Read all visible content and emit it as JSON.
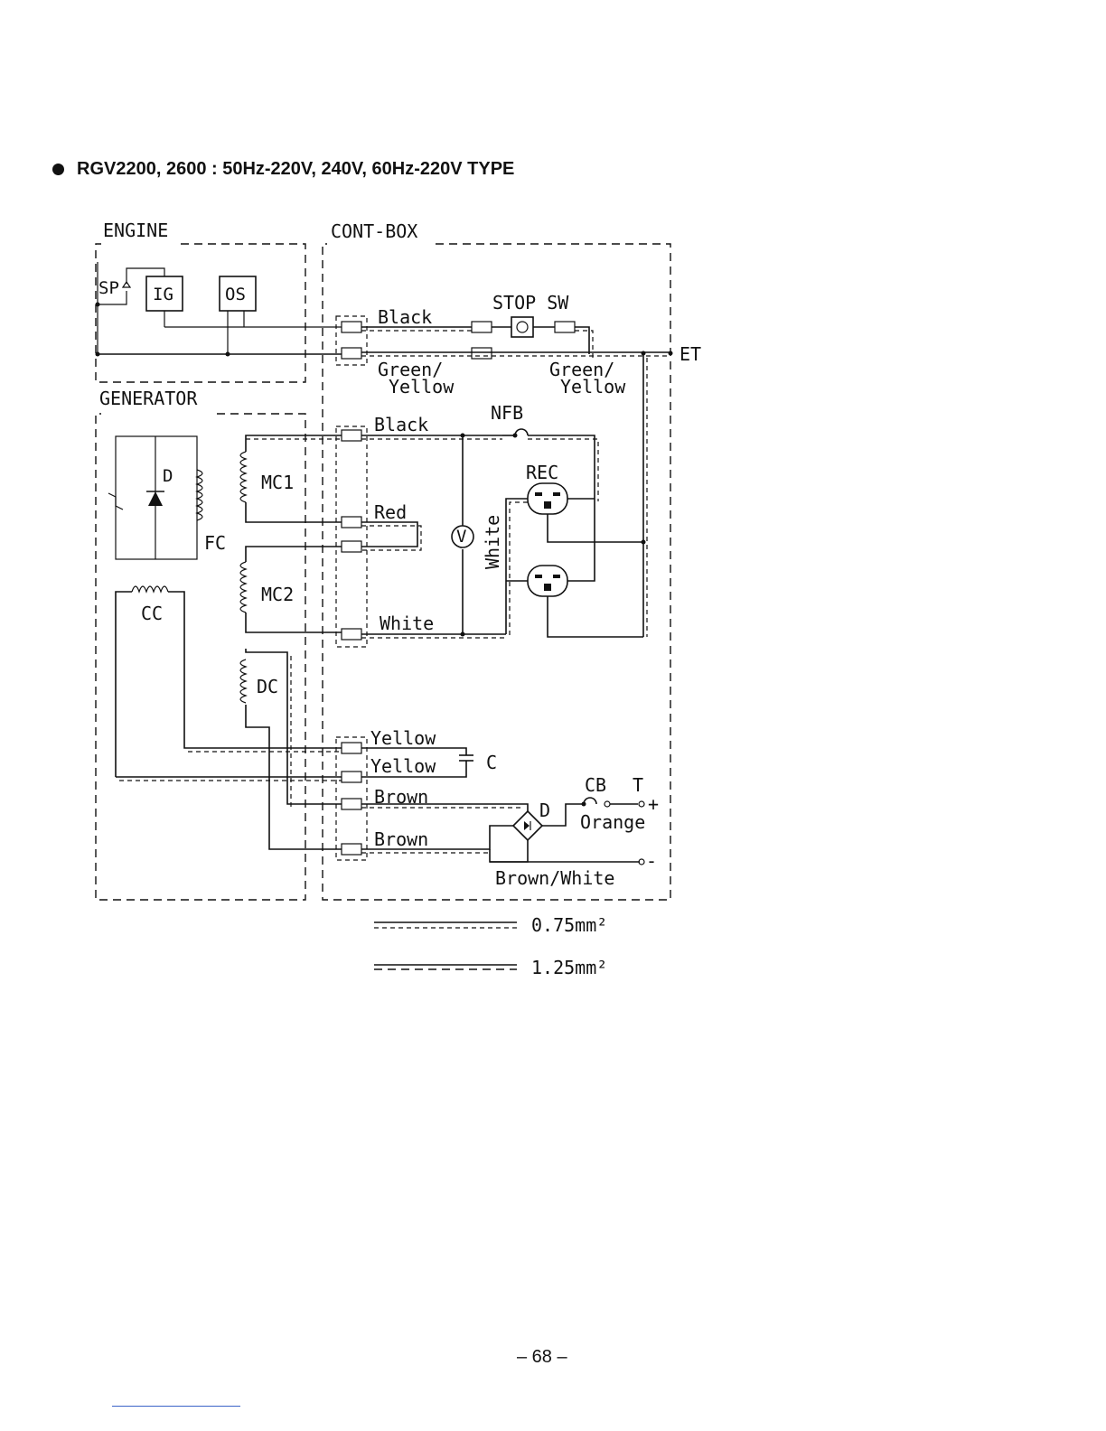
{
  "heading": {
    "text": "RGV2200, 2600 : 50Hz-220V, 240V, 60Hz-220V TYPE"
  },
  "diagram": {
    "sections": {
      "engine": "ENGINE",
      "cont_box": "CONT-BOX",
      "generator": "GENERATOR"
    },
    "components": {
      "sp": "SP",
      "ig": "IG",
      "os": "OS",
      "stop_sw": "STOP  SW",
      "et": "ET",
      "nfb": "NFB",
      "rec": "REC",
      "d_gen": "D",
      "fc": "FC",
      "mc1": "MC1",
      "mc2": "MC2",
      "cc": "CC",
      "dc": "DC",
      "c": "C",
      "cb": "CB",
      "t": "T",
      "d_bridge": "D",
      "v": "V",
      "plus": "+",
      "minus": "-"
    },
    "wires": {
      "black_top": "Black",
      "green_yellow_left_1": "Green/",
      "green_yellow_left_2": "Yellow",
      "green_yellow_right_1": "Green/",
      "green_yellow_right_2": "Yellow",
      "black_mid": "Black",
      "red": "Red",
      "white_vertical": "White",
      "white": "White",
      "yellow_1": "Yellow",
      "yellow_2": "Yellow",
      "brown_1": "Brown",
      "brown_2": "Brown",
      "orange": "Orange",
      "brown_white": "Brown/White"
    },
    "legend": [
      {
        "label": "0.75mm²"
      },
      {
        "label": "1.25mm²"
      }
    ]
  },
  "footer": {
    "page_number": "– 68 –"
  }
}
